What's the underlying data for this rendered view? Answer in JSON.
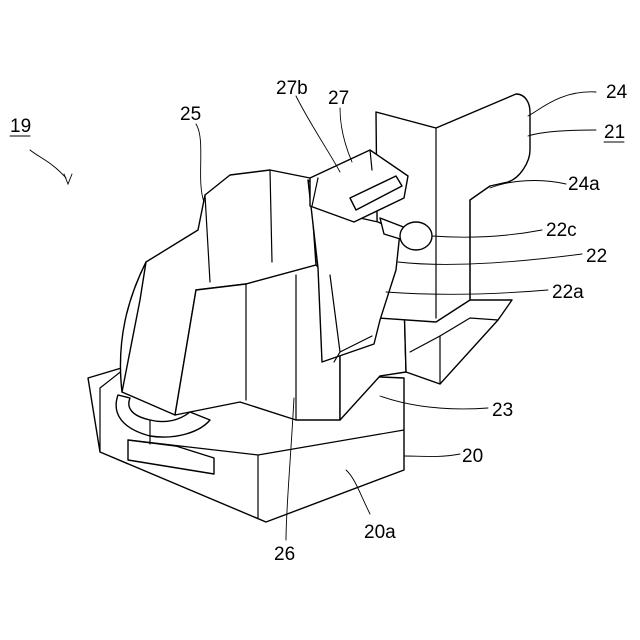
{
  "labels": {
    "l19": "19",
    "l25": "25",
    "l27b": "27b",
    "l27": "27",
    "l24": "24",
    "l21": "21",
    "l24a": "24a",
    "l22c": "22c",
    "l22": "22",
    "l22a": "22a",
    "l23": "23",
    "l20": "20",
    "l20a": "20a",
    "l26": "26"
  }
}
